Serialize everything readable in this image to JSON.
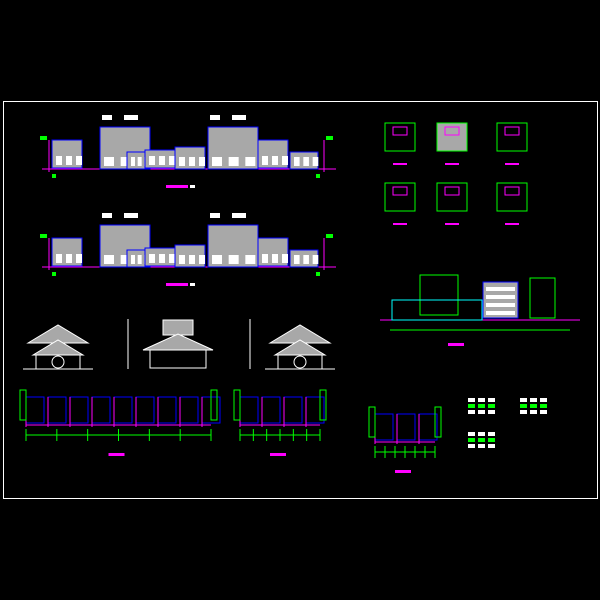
{
  "colors": {
    "background": "#000000",
    "frame": "#ffffff",
    "fill": "#a8a8a8",
    "outline": "#0000ff",
    "accent": "#ff00ff",
    "dimension": "#00ff00",
    "highlight": "#00ffff",
    "axis": "#ff0000",
    "column": "#ffff00"
  },
  "drawings": [
    {
      "kind": "elevation-long"
    },
    {
      "kind": "elevation-long"
    },
    {
      "kind": "pavilion-elevation"
    },
    {
      "kind": "pavilion-elevation"
    },
    {
      "kind": "pavilion-elevation"
    },
    {
      "kind": "section"
    },
    {
      "kind": "section"
    },
    {
      "kind": "plan"
    },
    {
      "kind": "section"
    },
    {
      "kind": "detail"
    }
  ]
}
